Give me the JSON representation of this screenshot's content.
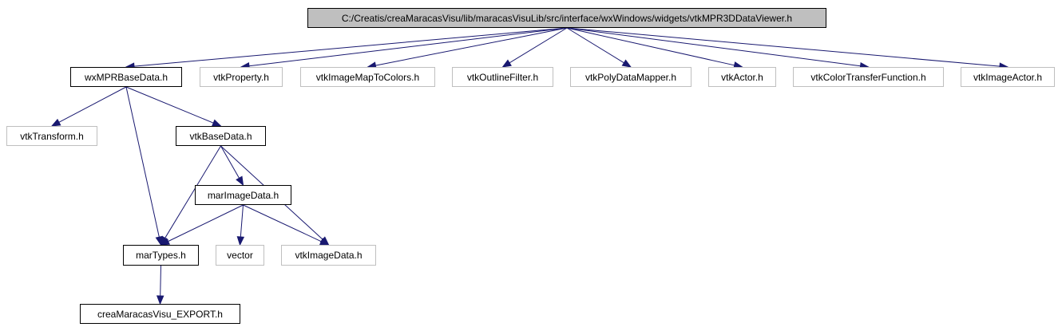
{
  "colors": {
    "edge": "#191970",
    "root_fill": "#bfbfbf",
    "node_border": "#000000",
    "external_border": "#bfbfbf"
  },
  "nodes": {
    "root": "C:/Creatis/creaMaracasVisu/lib/maracasVisuLib/src/interface/wxWindows/widgets/vtkMPR3DDataViewer.h",
    "wxMPRBaseData": "wxMPRBaseData.h",
    "vtkProperty": "vtkProperty.h",
    "vtkImageMapToColors": "vtkImageMapToColors.h",
    "vtkOutlineFilter": "vtkOutlineFilter.h",
    "vtkPolyDataMapper": "vtkPolyDataMapper.h",
    "vtkActor": "vtkActor.h",
    "vtkColorTransferFunction": "vtkColorTransferFunction.h",
    "vtkImageActor": "vtkImageActor.h",
    "vtkTransform": "vtkTransform.h",
    "vtkBaseData": "vtkBaseData.h",
    "marImageData": "marImageData.h",
    "marTypes": "marTypes.h",
    "vector": "vector",
    "vtkImageData": "vtkImageData.h",
    "creaMaracasVisu_EXPORT": "creaMaracasVisu_EXPORT.h"
  },
  "edges": [
    [
      "root",
      "wxMPRBaseData"
    ],
    [
      "root",
      "vtkProperty"
    ],
    [
      "root",
      "vtkImageMapToColors"
    ],
    [
      "root",
      "vtkOutlineFilter"
    ],
    [
      "root",
      "vtkPolyDataMapper"
    ],
    [
      "root",
      "vtkActor"
    ],
    [
      "root",
      "vtkColorTransferFunction"
    ],
    [
      "root",
      "vtkImageActor"
    ],
    [
      "wxMPRBaseData",
      "vtkTransform"
    ],
    [
      "wxMPRBaseData",
      "vtkBaseData"
    ],
    [
      "wxMPRBaseData",
      "marTypes"
    ],
    [
      "vtkBaseData",
      "marImageData"
    ],
    [
      "vtkBaseData",
      "marTypes"
    ],
    [
      "vtkBaseData",
      "vtkImageData"
    ],
    [
      "marImageData",
      "marTypes"
    ],
    [
      "marImageData",
      "vector"
    ],
    [
      "marImageData",
      "vtkImageData"
    ],
    [
      "marTypes",
      "creaMaracasVisu_EXPORT"
    ]
  ]
}
